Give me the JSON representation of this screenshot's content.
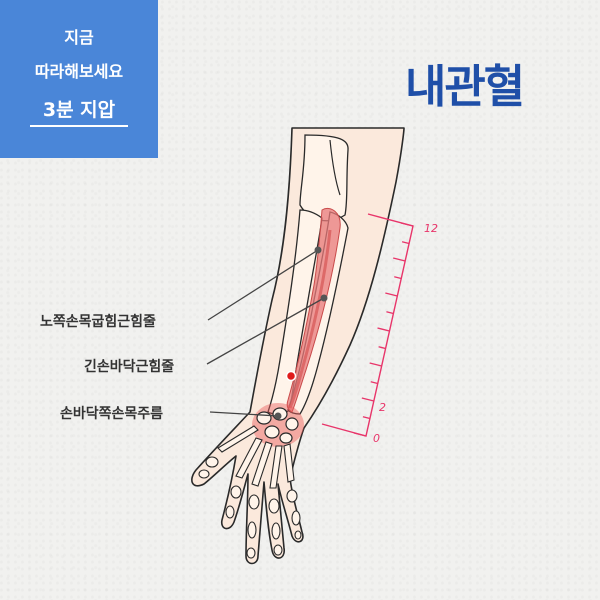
{
  "badge": {
    "line1": "지금",
    "line2": "따라해보세요",
    "line3": "3분 지압"
  },
  "title": "내관혈",
  "labels": {
    "tendon1": "노쪽손목굽힘근힘줄",
    "tendon2": "긴손바닥근힘줄",
    "crease": "손바닥쪽손목주름"
  },
  "ruler": {
    "top_label": "12",
    "mid_label": "2",
    "bottom_label": "0",
    "color": "#e8356a"
  },
  "colors": {
    "badge_bg": "#4a86d8",
    "title": "#1f4fa8",
    "accent": "#e8356a",
    "acupoint": "#e01b1b"
  }
}
